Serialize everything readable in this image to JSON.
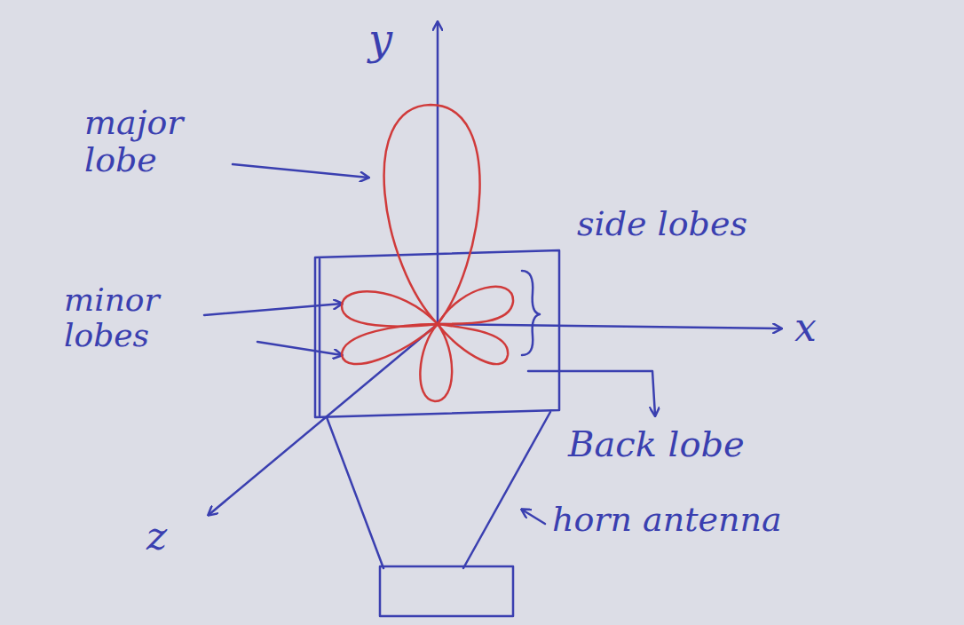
{
  "diagram": {
    "labels": [
      "y",
      "major lobe",
      "side lobes",
      "x",
      "minor lobes",
      "Back lobe",
      "z",
      "horn antenna"
    ]
  }
}
